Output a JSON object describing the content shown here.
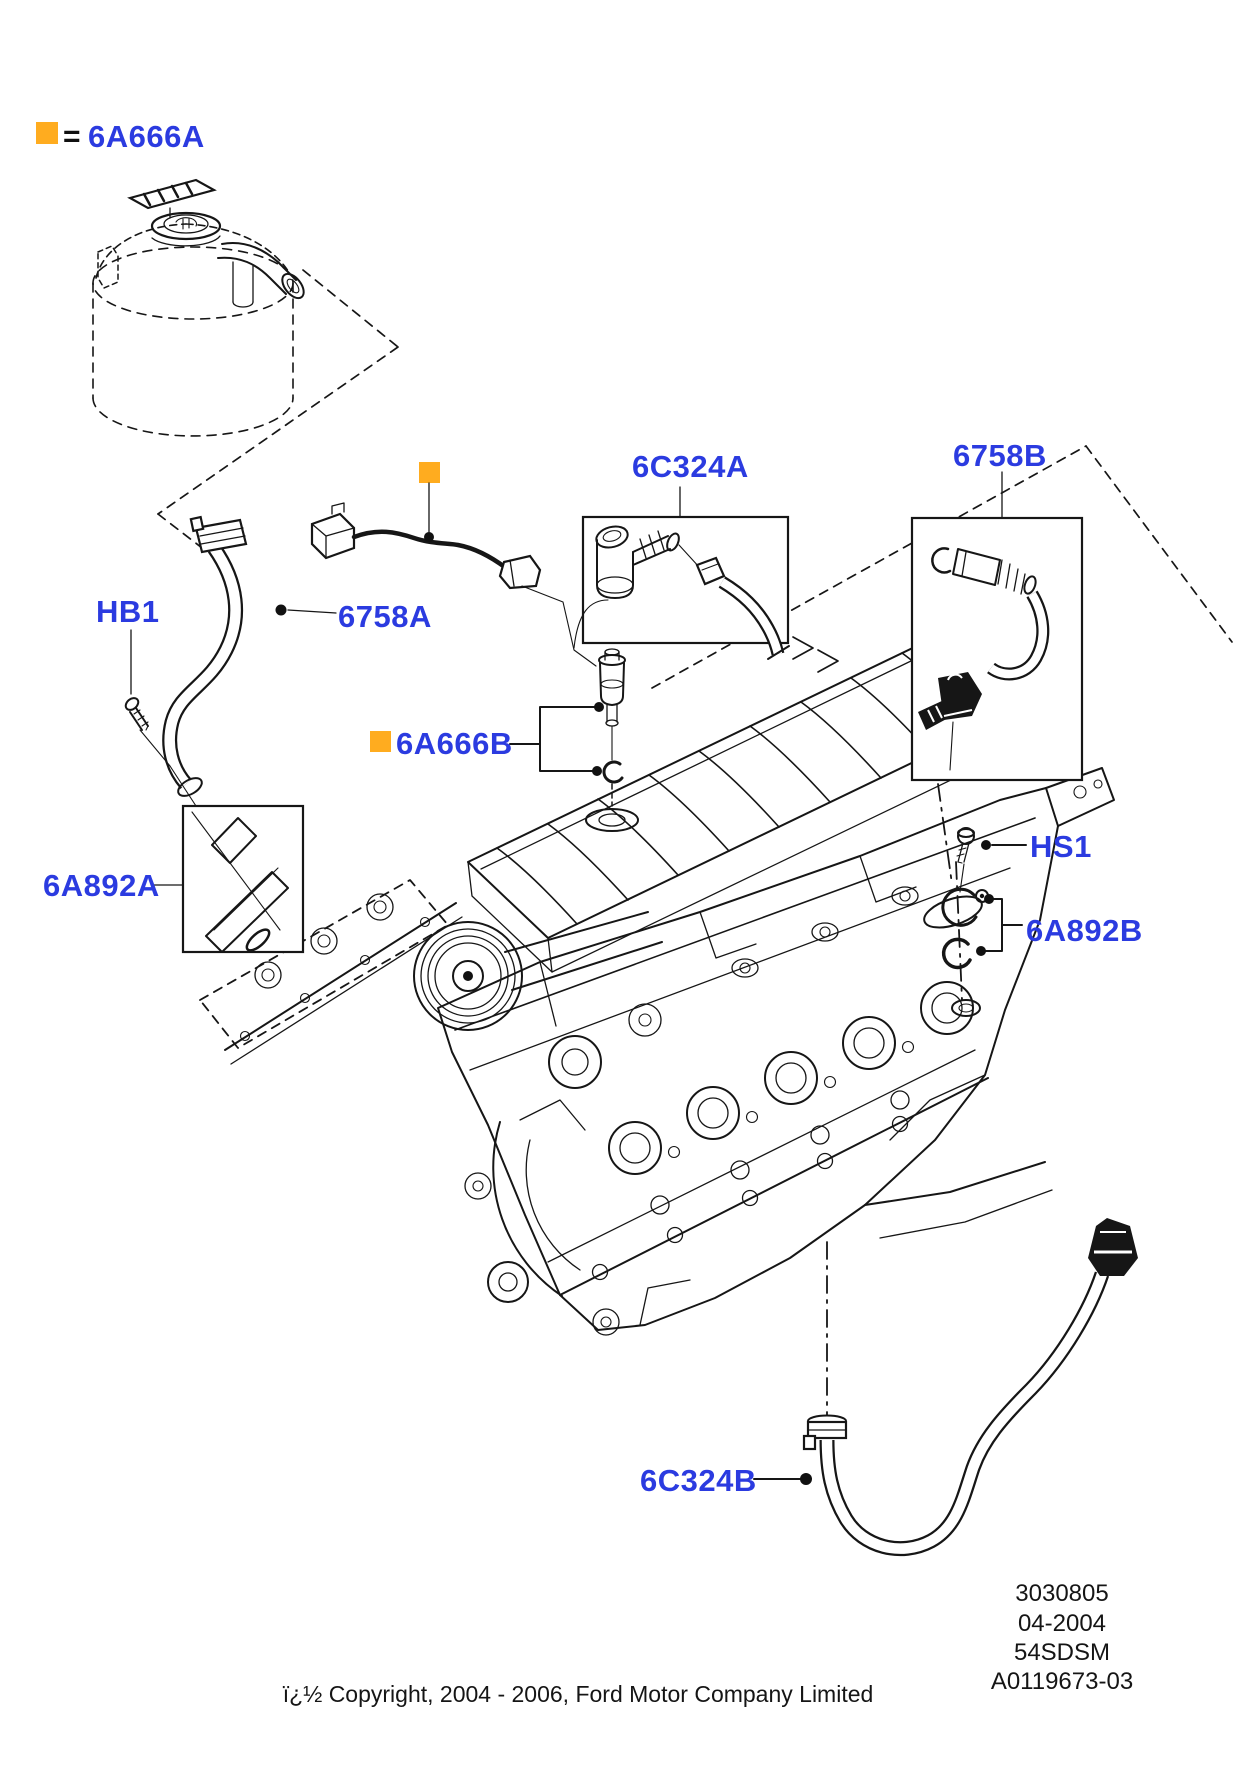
{
  "legend": {
    "marker_icon": "orange-square-marker",
    "equals_sign": "=",
    "part_number": "6A666A"
  },
  "callouts": {
    "clamp_hb1": "HB1",
    "hose_6758a": "6758A",
    "hose_6c324a": "6C324A",
    "hose_6758b": "6758B",
    "valve_6a666b": "6A666B",
    "tube_6a892a": "6A892A",
    "screw_hs1": "HS1",
    "adapter_6a892b": "6A892B",
    "hose_6c324b": "6C324B"
  },
  "footer": {
    "stamp": [
      "3030805",
      "04-2004",
      "54SDSM",
      "A0119673-03"
    ],
    "copyright": "ï¿½ Copyright, 2004 - 2006, Ford Motor Company Limited"
  },
  "colors": {
    "label_blue": "#2b3be0",
    "marker_orange": "#ffac1f",
    "line_color": "#161616",
    "background": "#ffffff"
  }
}
